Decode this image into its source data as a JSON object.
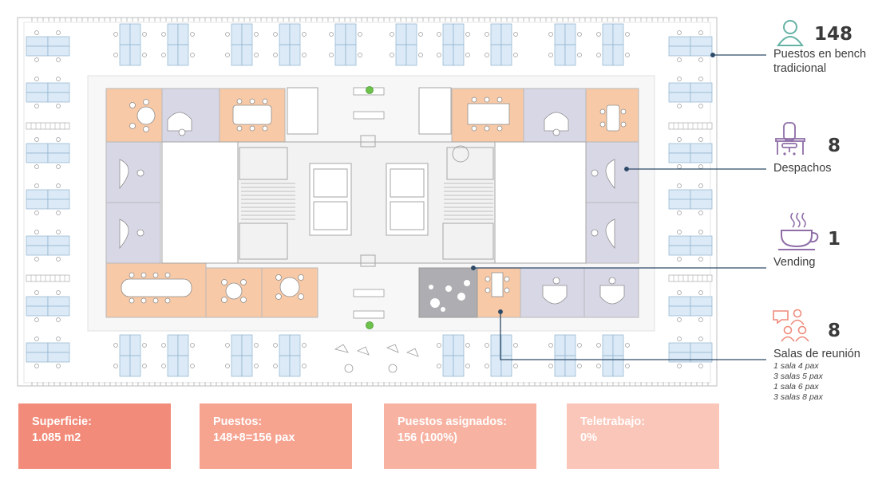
{
  "colors": {
    "room_orange": "#f8c9a6",
    "room_violet": "#d8d7e6",
    "desk_blue": "#dbeaf6",
    "grey_room": "#adadb2",
    "leader_line": "#2d4a68",
    "icon_teal": "#66b3a6",
    "icon_purple": "#8f6ea8",
    "icon_coral": "#ee8a7b",
    "kpi_1": "#f28b79",
    "kpi_2": "#f6a390",
    "kpi_3": "#f7b2a2",
    "kpi_4": "#fac6b9"
  },
  "legend": {
    "bench": {
      "icon": "person-icon",
      "count": "148",
      "label_1": "Puestos en bench",
      "label_2": "tradicional"
    },
    "offices": {
      "icon": "desk-chair-icon",
      "count": "8",
      "label": "Despachos"
    },
    "vending": {
      "icon": "coffee-cup-icon",
      "count": "1",
      "label": "Vending"
    },
    "meeting": {
      "icon": "people-chat-icon",
      "count": "8",
      "label": "Salas de reunión",
      "details": [
        "1 sala 4 pax",
        "3 salas 5 pax",
        "1 sala 6 pax",
        "3 salas 8 pax"
      ]
    }
  },
  "kpis": [
    {
      "label": "Superficie:",
      "value": "1.085 m2"
    },
    {
      "label": "Puestos:",
      "value": "148+8=156 pax"
    },
    {
      "label": "Puestos asignados:",
      "value": "156 (100%)"
    },
    {
      "label": "Teletrabajo:",
      "value": "0%"
    }
  ]
}
